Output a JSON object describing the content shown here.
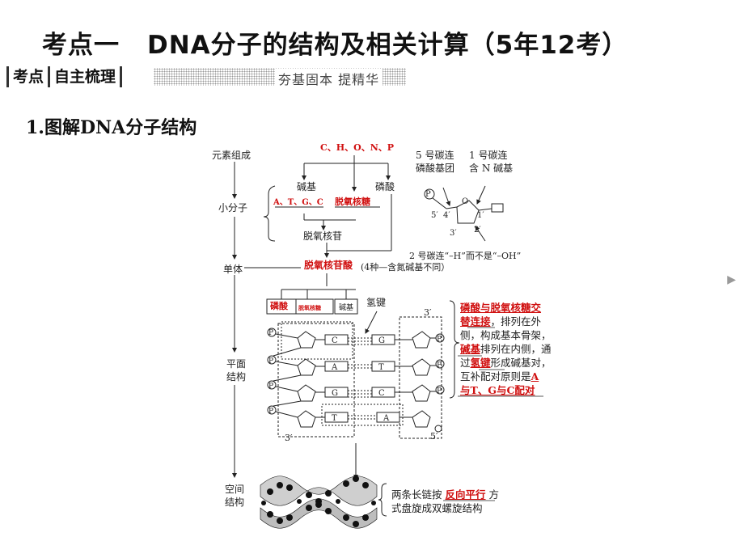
{
  "title": {
    "left": "考点一",
    "right": "DNA分子的结构及相关计算（5年12考）"
  },
  "tag": {
    "seg1": "考点",
    "seg2": "自主梳理",
    "subtitle": "夯基固本  提精华"
  },
  "section": "1.图解DNA分子结构",
  "side_labels": {
    "elements": "元素组成",
    "small": "小分子",
    "monomer": "单体",
    "planar1": "平面",
    "planar2": "结构",
    "spatial1": "空间",
    "spatial2": "结构"
  },
  "elements_value": "C、H、O、N、P",
  "base": "碱基",
  "phosphate": "磷酸",
  "bases_list": "A、T、G、C",
  "sugar": "脱氧核糖",
  "nucleoside": "脱氧核苷",
  "nucleotide": "脱氧核苷酸",
  "nucleotide_note": "(4种—含氮碱基不同）",
  "carbon5": "5 号碳连 磷酸基团",
  "carbon1": "1 号碳连 含 N 碱基",
  "carbon2_note": "2 号碳连“–H”而不是“–OH”",
  "ring_labels": {
    "p": "P",
    "o": "O",
    "c5": "5′",
    "c4": "4′",
    "c1": "1′",
    "c3": "3′",
    "c2": "2′"
  },
  "component_labels": {
    "phosphate": "磷酸",
    "sugar": "脱氧核糖",
    "base": "碱基"
  },
  "hydrogen_bond": "氢键",
  "strand_ends": {
    "top_right": "3′",
    "bottom_left": "3′",
    "bottom_right": "5′"
  },
  "pairs": [
    [
      "C",
      "G"
    ],
    [
      "A",
      "T"
    ],
    [
      "G",
      "C"
    ],
    [
      "T",
      "A"
    ]
  ],
  "phosphate_symbol": "P",
  "right_note": {
    "l1_red": "磷酸与脱氧核糖交",
    "l2_red": "替连接",
    "l2": "，排列在外",
    "l3": "侧，构成基本骨架，",
    "l4_red": "碱基",
    "l4": "排列在内侧，通",
    "l5a": "过",
    "l5_red": "氢键",
    "l5b": "形成碱基对，",
    "l6": "互补配对原则是",
    "l6_red": "A",
    "l7_red": "与T、G与C配对"
  },
  "spatial_note": {
    "a": "两条长链按",
    "red": "反向平行",
    "b": "方",
    "c": "式盘旋成双螺旋结构"
  },
  "corner_mark": "▶",
  "colors": {
    "red": "#d01010",
    "line": "#222222"
  }
}
